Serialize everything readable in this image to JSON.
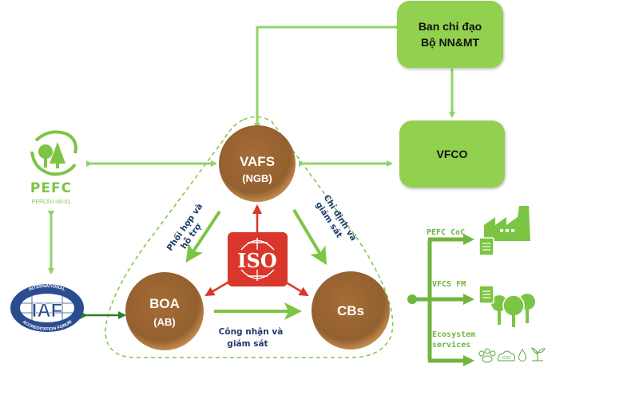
{
  "boxes": {
    "steering": {
      "line1": "Ban chỉ đạo",
      "line2": "Bộ NN&MT"
    },
    "vfco": {
      "label": "VFCO"
    }
  },
  "nodes": {
    "vafs": {
      "title": "VAFS",
      "subtitle": "(NGB)"
    },
    "boa": {
      "title": "BOA",
      "subtitle": "(AB)"
    },
    "cbs": {
      "title": "CBs"
    }
  },
  "relations": {
    "coordinate": {
      "line1": "Phối hợp và",
      "line2": "hỗ trợ"
    },
    "designate": {
      "line1": "Chỉ định và",
      "line2": "giám sát"
    },
    "accredit": {
      "line1": "Công nhận và",
      "line2": "giám sát"
    }
  },
  "iso": {
    "label": "ISO"
  },
  "pefc": {
    "name": "PEFC",
    "code": "PEFC/01-00-01"
  },
  "iaf": {
    "letters": "IAF",
    "ring_top": "INTERNATIONAL",
    "ring_bottom": "ACCREDITATION FORUM"
  },
  "branches": [
    {
      "label": "PEFC CoC",
      "icon": "factory-icon"
    },
    {
      "label": "VFCS FM",
      "icon": "trees-icon"
    },
    {
      "label_line1": "Ecosystem",
      "label_line2": "services",
      "icon": "ecosystem-icons"
    }
  ],
  "colors": {
    "green": "#92d050",
    "arrow_green": "#7cc544",
    "dark_green": "#2e7d2e",
    "brown": "#9a6331",
    "iso_red": "#d9372b",
    "text_navy": "#1f3b6e",
    "iaf_blue": "#2a4d8f"
  }
}
